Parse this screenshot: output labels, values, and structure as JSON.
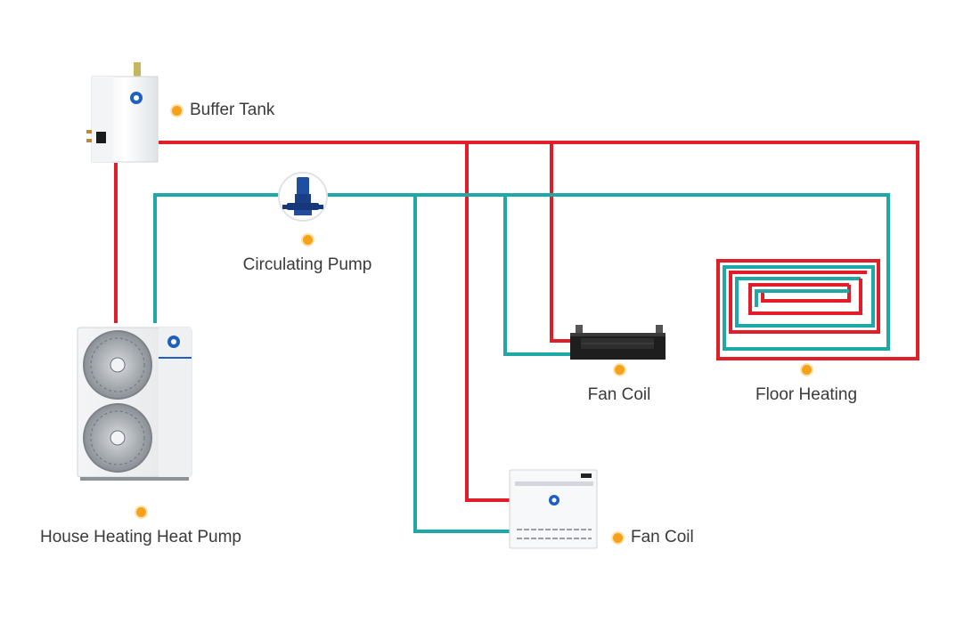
{
  "colors": {
    "supply": "#e01e2a",
    "return": "#1ea8a6",
    "marker": "#f5a21a",
    "brand": "#1f5fbf"
  },
  "icons": {
    "heat_pump": "heat-pump-unit-icon",
    "buffer_tank": "buffer-tank-icon",
    "pump": "circulating-pump-icon",
    "fan_coil_duct": "ducted-fan-coil-icon",
    "fan_coil_floor": "floor-standing-fan-coil-icon",
    "floor_heating": "floor-heating-coil-icon",
    "marker": "orange-dot-icon"
  },
  "labels": {
    "buffer_tank": "Buffer Tank",
    "circulating_pump": "Circulating Pump",
    "fan_coil_upper": "Fan Coil",
    "floor_heating": "Floor Heating",
    "heat_pump": "House Heating Heat Pump",
    "fan_coil_lower": "Fan Coil"
  }
}
